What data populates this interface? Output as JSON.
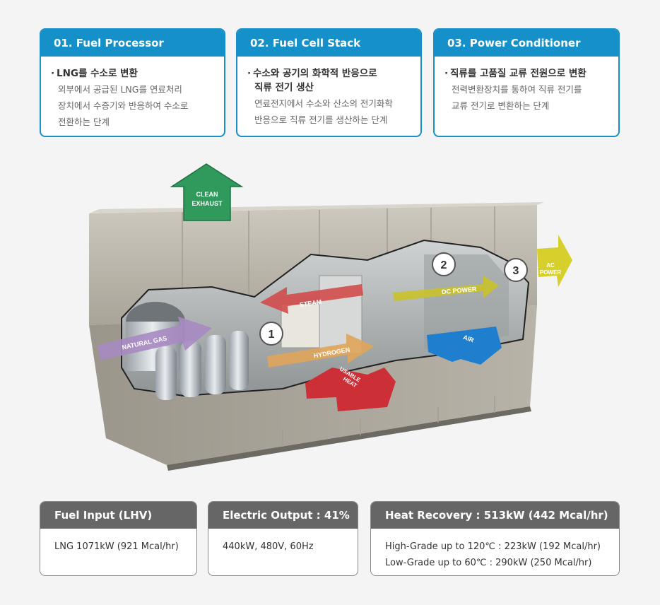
{
  "cards": [
    {
      "title": "01. Fuel Processor",
      "heading_dot": "·",
      "heading": "LNG를 수소로 변환",
      "heading_rest": "",
      "lines": [
        "외부에서 공급된 LNG를 연료처리",
        "장치에서 수증기와 반응하여 수소로",
        "전환하는 단계"
      ]
    },
    {
      "title": "02. Fuel Cell Stack",
      "heading_dot": "·",
      "heading": "수소와 공기의 화학적 반응으로",
      "heading_rest": "직류 전기 생산",
      "lines": [
        "연료전지에서 수소와 산소의 전기화학",
        "반응으로 직류 전기를 생산하는 단계"
      ]
    },
    {
      "title": "03. Power Conditioner",
      "heading_dot": "·",
      "heading": "직류를 고품질 교류 전원으로 변환",
      "heading_rest": "",
      "lines": [
        "전력변환장치를 통하여 직류 전기를",
        "교류 전기로 변환하는 단계"
      ]
    }
  ],
  "diagram": {
    "arrows": {
      "clean_exhaust": [
        "CLEAN",
        "EXHAUST"
      ],
      "natural_gas": "NATURAL GAS",
      "steam": "STEAM",
      "hydrogen": "HYDROGEN",
      "usable_heat": [
        "USABLE",
        "HEAT"
      ],
      "dc_power": "DC POWER",
      "air": "AIR",
      "ac_power": [
        "AC",
        "POWER"
      ]
    },
    "stages": [
      "1",
      "2",
      "3"
    ],
    "colors": {
      "exhaust": "#2f9a5c",
      "natural_gas": "#a78ac2",
      "steam": "#d24b4b",
      "hydrogen": "#e0a45a",
      "heat": "#cc2f36",
      "dc_power": "#c9c22a",
      "air": "#1f7fce",
      "ac_power": "#d7cf2c"
    }
  },
  "specs": [
    {
      "title": "Fuel Input (LHV)",
      "lines": [
        "LNG 1071kW (921 Mcal/hr)"
      ]
    },
    {
      "title": "Electric Output : 41%",
      "lines": [
        "440kW, 480V, 60Hz"
      ]
    },
    {
      "title": "Heat Recovery : 513kW (442 Mcal/hr)",
      "lines": [
        "High-Grade up to 120℃ : 223kW (192 Mcal/hr)",
        "Low-Grade up to 60℃ : 290kW (250 Mcal/hr)"
      ]
    }
  ]
}
